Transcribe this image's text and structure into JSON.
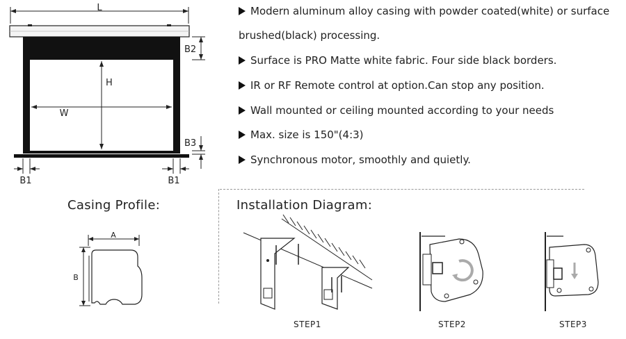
{
  "dimension_labels": {
    "length": "L",
    "height": "H",
    "width": "W",
    "top_border": "B2",
    "bottom_border": "B3",
    "side_border_left": "B1",
    "side_border_right": "B1"
  },
  "features": [
    "Modern aluminum alloy casing with powder coated(white) or surface",
    "brushed(black) processing.",
    "Surface is PRO Matte white fabric. Four side black borders.",
    "IR or RF Remote control at option.Can stop any position.",
    "Wall mounted or ceiling mounted according to your needs",
    "Max. size is 150\"(4:3)",
    "Synchronous motor, smoothly and quietly."
  ],
  "casing_profile": {
    "title": "Casing Profile:",
    "width_label": "A",
    "height_label": "B"
  },
  "installation": {
    "title": "Installation Diagram:",
    "steps": [
      "STEP1",
      "STEP2",
      "STEP3"
    ]
  }
}
